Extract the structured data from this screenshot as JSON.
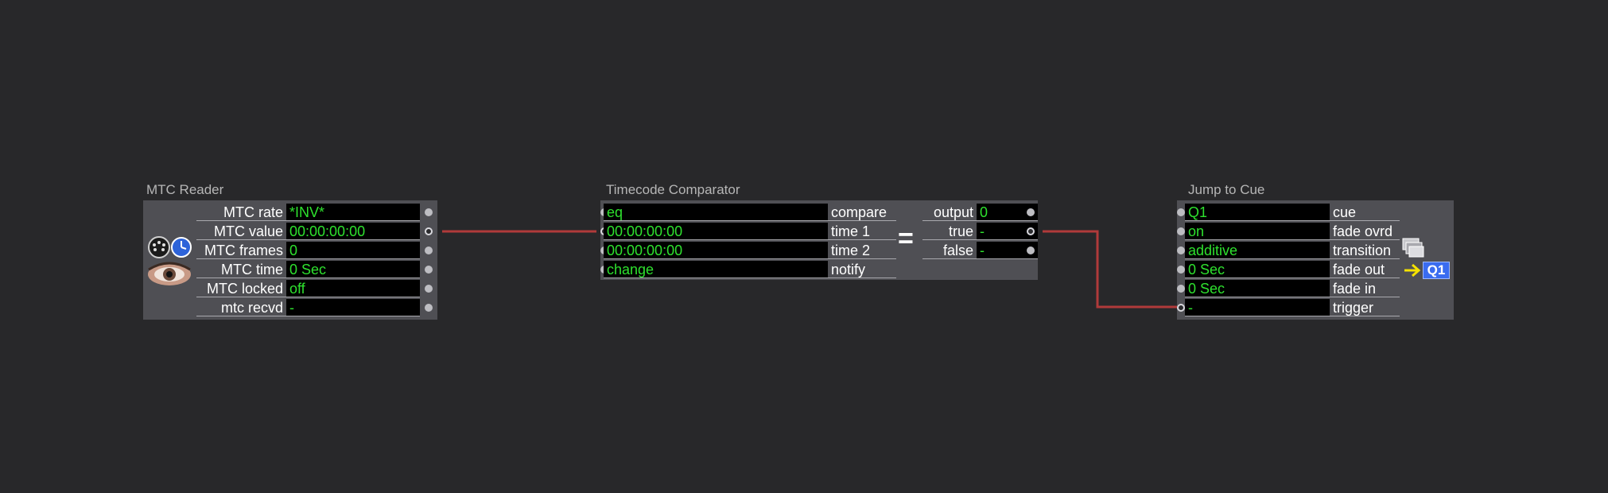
{
  "mtc_reader": {
    "title": "MTC Reader",
    "rows": [
      {
        "label": "MTC rate",
        "value": "*INV*"
      },
      {
        "label": "MTC value",
        "value": "00:00:00:00"
      },
      {
        "label": "MTC frames",
        "value": "0"
      },
      {
        "label": "MTC time",
        "value": "0 Sec"
      },
      {
        "label": "MTC locked",
        "value": "off"
      },
      {
        "label": "mtc recvd",
        "value": "-"
      }
    ],
    "icons": [
      "midi-din-icon",
      "clock-icon",
      "eye-icon"
    ]
  },
  "timecode_comparator": {
    "title": "Timecode Comparator",
    "inputs": [
      {
        "value": "eq",
        "label": "compare"
      },
      {
        "value": "00:00:00:00",
        "label": "time 1"
      },
      {
        "value": "00:00:00:00",
        "label": "time 2"
      },
      {
        "value": "change",
        "label": "notify"
      }
    ],
    "outputs": [
      {
        "label": "output",
        "value": "0"
      },
      {
        "label": "true",
        "value": "-"
      },
      {
        "label": "false",
        "value": "-"
      }
    ],
    "symbol": "="
  },
  "jump_to_cue": {
    "title": "Jump to Cue",
    "rows": [
      {
        "value": "Q1",
        "label": "cue"
      },
      {
        "value": "on",
        "label": "fade ovrd"
      },
      {
        "value": "additive",
        "label": "transition"
      },
      {
        "value": "0 Sec",
        "label": "fade out"
      },
      {
        "value": "0 Sec",
        "label": "fade in"
      },
      {
        "value": "-",
        "label": "trigger"
      }
    ],
    "cue_badge": "Q1",
    "icons": [
      "stacked-windows-icon",
      "arrow-right-icon"
    ]
  },
  "colors": {
    "background": "#28282a",
    "actor_body": "#4f4f54",
    "value_text": "#2ee12e",
    "wire": "#b03a3a",
    "cue_badge": "#3a6cf0"
  }
}
